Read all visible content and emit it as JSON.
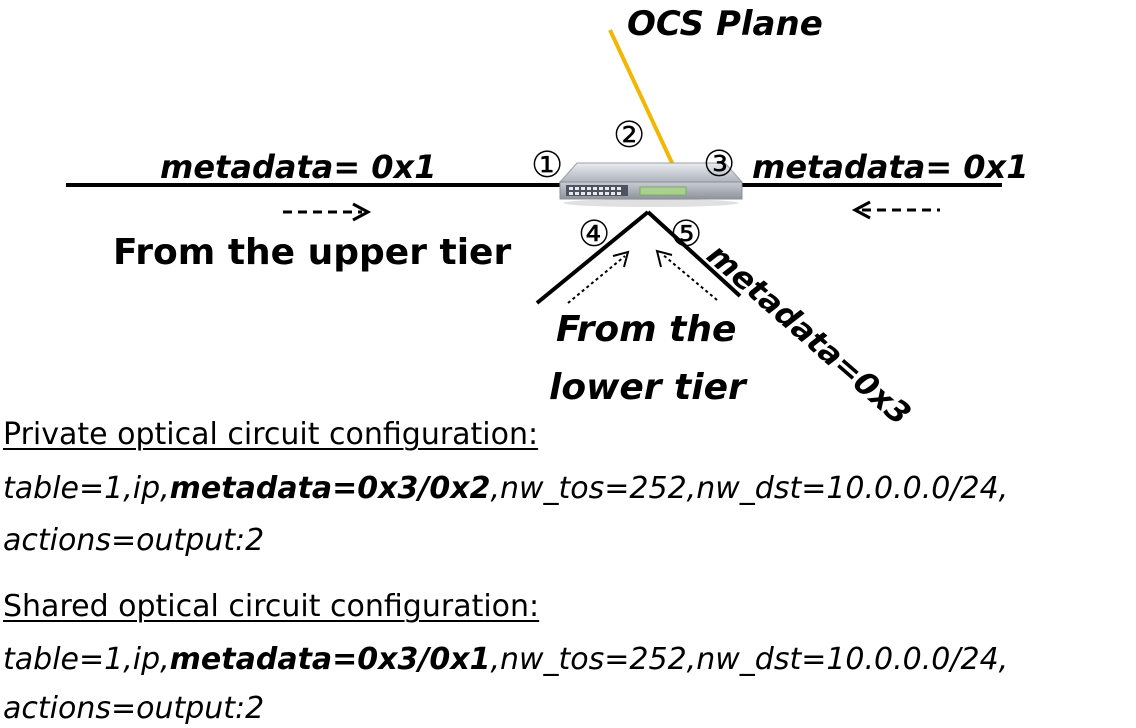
{
  "diagram": {
    "ocs_plane_label": "OCS Plane",
    "port_labels": [
      "①",
      "②",
      "③",
      "④",
      "⑤"
    ],
    "left_metadata": "metadata= 0x1",
    "right_metadata": "metadata= 0x1",
    "lower_metadata": "metadata=0x3",
    "upper_tier_label": "From the upper tier",
    "lower_tier_label_line1": "From the",
    "lower_tier_label_line2": "lower tier",
    "colors": {
      "ocs_line": "#F2B705",
      "links": "#000000",
      "switch_body": "#b8bcc6"
    }
  },
  "private_config": {
    "title": "Private optical circuit configuration:",
    "prefix": "table=1,ip,",
    "metadata": "metadata=0x3/0x2",
    "suffix": ",nw_tos=252,nw_dst=10.0.0.0/24,",
    "actions": "actions=output:2"
  },
  "shared_config": {
    "title": "Shared optical circuit configuration:",
    "prefix": "table=1,ip,",
    "metadata": "metadata=0x3/0x1",
    "suffix": ",nw_tos=252,nw_dst=10.0.0.0/24,",
    "actions": "actions=output:2"
  }
}
